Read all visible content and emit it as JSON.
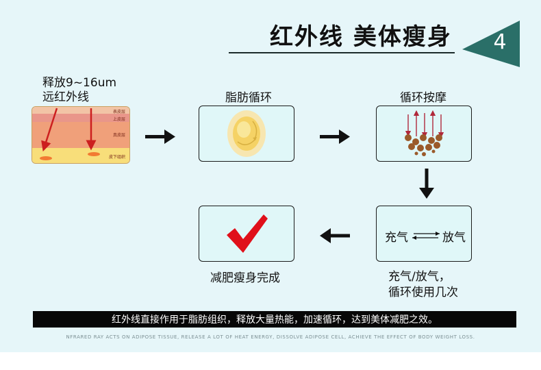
{
  "header": {
    "title": "红外线 美体瘦身",
    "badge_number": "4",
    "badge_color": "#2a6f68"
  },
  "intro": {
    "line1": "释放9~16um",
    "line2": "远红外线",
    "skin_layers": [
      "表皮层",
      "上皮层",
      "真皮层",
      "皮下组织"
    ]
  },
  "steps": [
    {
      "label": "脂肪循环",
      "icon": "fat-cell-icon"
    },
    {
      "label": "循环按摩",
      "icon": "massage-fat-icon"
    },
    {
      "label_left": "充气",
      "label_right": "放气",
      "icon": "swap-arrows-icon",
      "caption_line1": "充气/放气，",
      "caption_line2": "循环使用几次"
    },
    {
      "label": "减肥瘦身完成",
      "icon": "checkmark-icon"
    }
  ],
  "colors": {
    "background": "#e6f6f9",
    "box_fill": "#e0f7f8",
    "checkmark": "#e0101a",
    "massage_arrows": "#b0283a",
    "fat_dots": "#9a5a2a"
  },
  "footer": {
    "main": "红外线直接作用于脂肪组织，释放大量热能，加速循环，达到美体减肥之效。",
    "english": "NFRARED RAY ACTS ON ADIPOSE TISSUE, RELEASE A LOT OF HEAT ENERGY, DISSOLVE ADIPOSE CELL, ACHIEVE THE EFFECT OF BODY WEIGHT LOSS."
  }
}
